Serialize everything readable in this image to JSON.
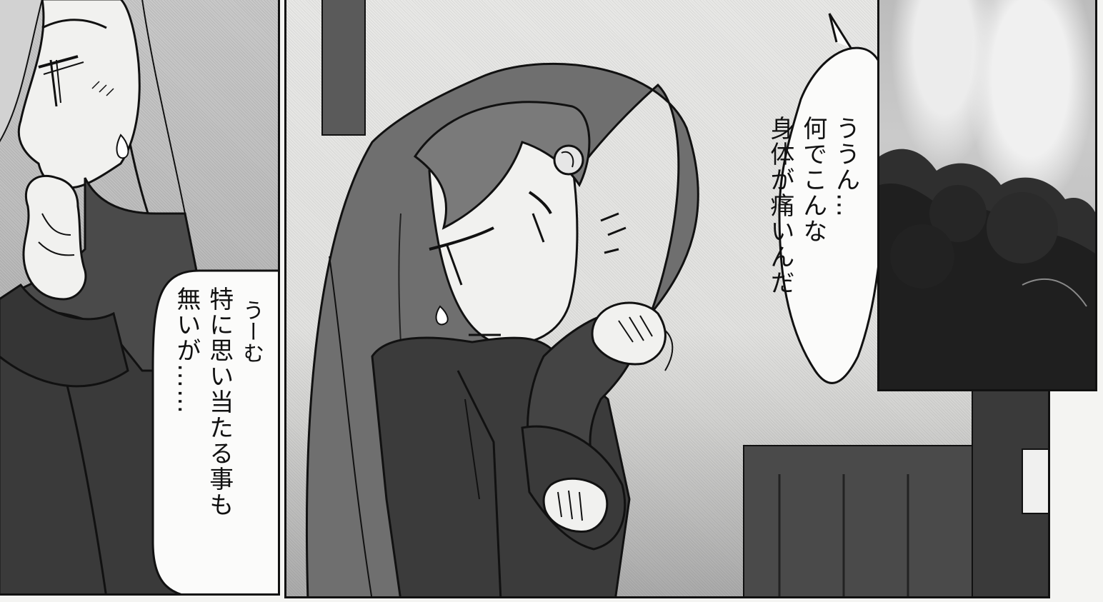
{
  "speech_right": {
    "lines": [
      "ううん…",
      "何でこんな",
      "身体が痛いんだ"
    ]
  },
  "speech_left": {
    "sfx": "うーむ",
    "lines": [
      "特に思い当たる事も",
      "無いが……"
    ]
  },
  "colors": {
    "ink": "#111111",
    "paper": "#f4f4f2",
    "screentone_dark": "#3a3a3a",
    "screentone_mid": "#9a9a9a"
  }
}
